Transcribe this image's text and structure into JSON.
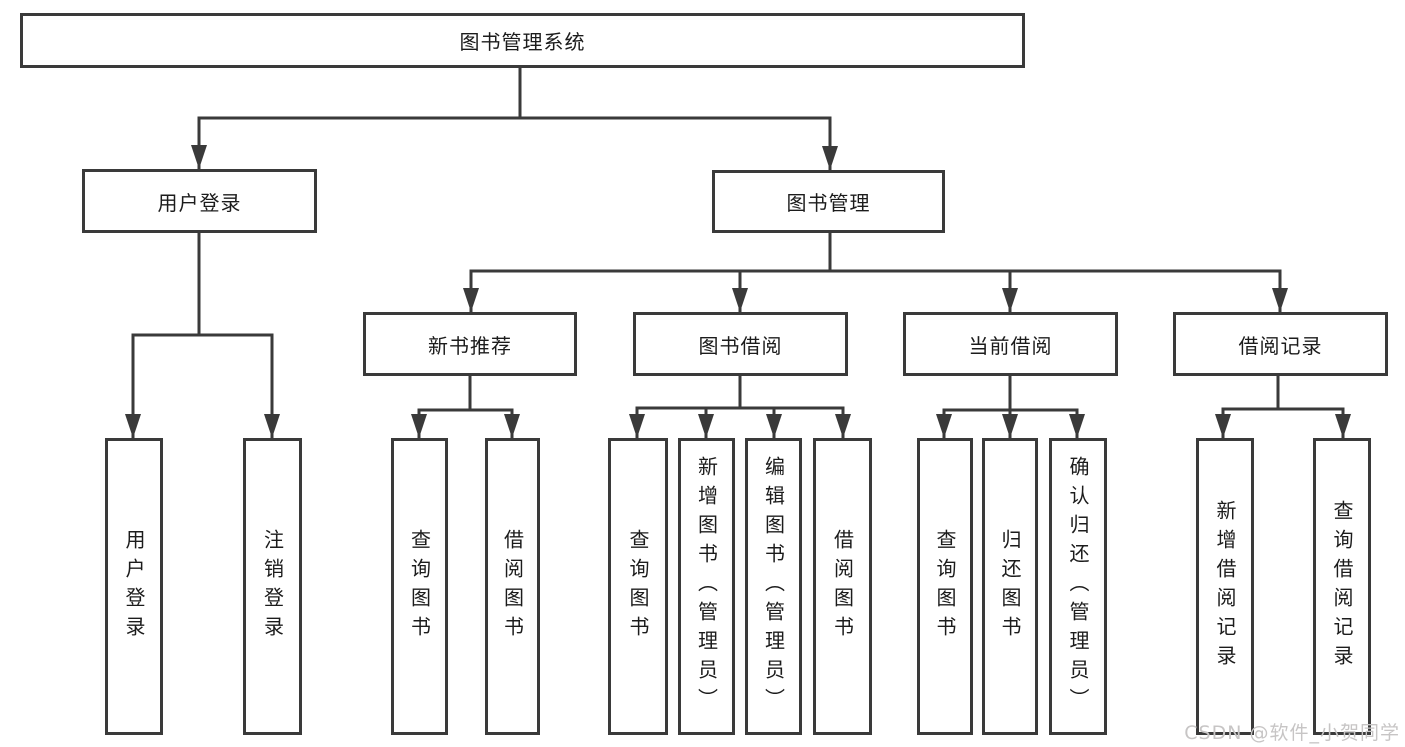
{
  "diagram": {
    "title_node": "图书管理系统",
    "nodes": {
      "root": "图书管理系统",
      "user_login": "用户登录",
      "book_management": "图书管理",
      "new_book_recommend": "新书推荐",
      "book_borrow": "图书借阅",
      "current_borrow": "当前借阅",
      "borrow_records": "借阅记录",
      "leaf_user_login": "用户登录",
      "leaf_logout": "注销登录",
      "leaf_nb_query_book": "查询图书",
      "leaf_nb_borrow_book": "借阅图书",
      "leaf_bb_query_book": "查询图书",
      "leaf_bb_add_book": "新增图书（管理员）",
      "leaf_bb_edit_book": "编辑图书（管理员）",
      "leaf_bb_borrow_book": "借阅图书",
      "leaf_cb_query_book": "查询图书",
      "leaf_cb_return_book": "归还图书",
      "leaf_cb_confirm_return": "确认归还（管理员）",
      "leaf_br_add_record": "新增借阅记录",
      "leaf_br_query_record": "查询借阅记录"
    }
  },
  "watermark": {
    "text": "CSDN @软件_小贺同学"
  },
  "colors": {
    "line": "#3a3a3a",
    "text": "#1c1c1c",
    "watermark": "#c7c5c5",
    "background": "#ffffff"
  }
}
